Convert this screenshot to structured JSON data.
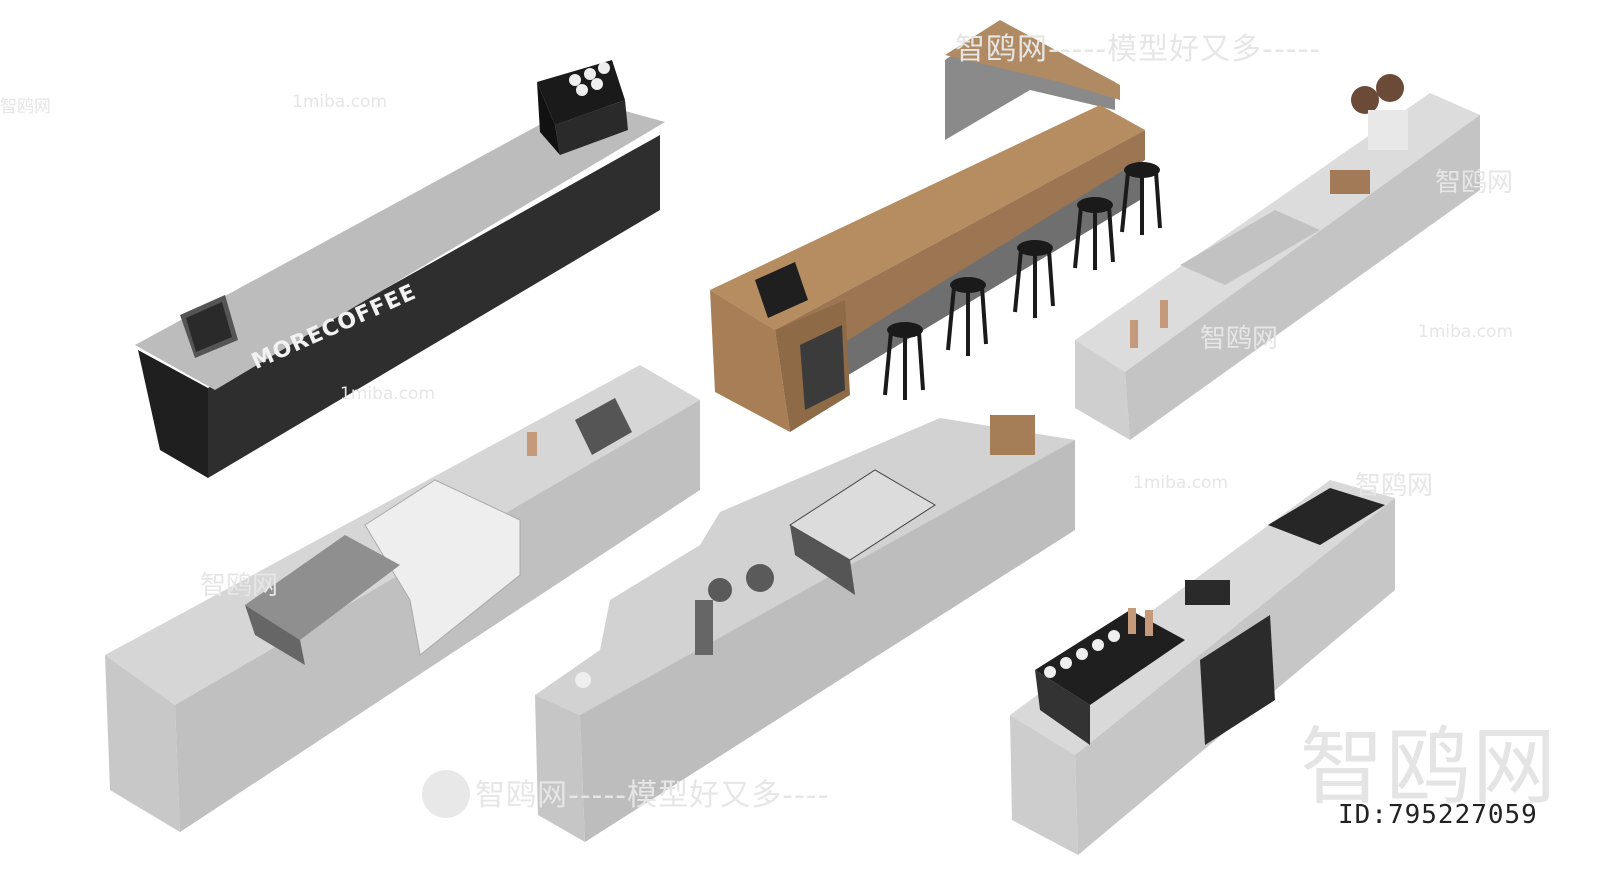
{
  "brand_counter_text": "MORECOFFEE",
  "watermarks": {
    "main_top": "智鸥网-----模型好又多-----",
    "main_bottom": "智鸥网-----模型好又多----",
    "short": "智鸥网",
    "url": "1miba.com",
    "logo": "智鸥网"
  },
  "model_id": "ID:795227059",
  "colors": {
    "light_gray": "#d6d6d6",
    "mid_gray": "#bdbdbd",
    "dark_counter": "#2b2b2b",
    "wood": "#a57d56",
    "granite": "#b9b9b9"
  }
}
